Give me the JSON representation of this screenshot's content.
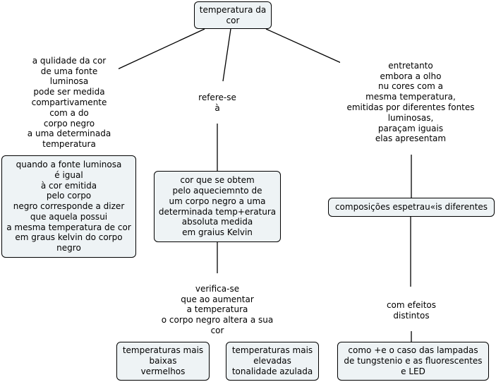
{
  "concepts": {
    "root": "temperatura da\ncor",
    "fonte": "quando a fonte luminosa\né igual\nà cor emitida\npelo corpo\nnegro corresponde a dizer\nque aquela possui\na mesma temperatura de cor\nem graus kelvin do corpo\nnegro",
    "cor_obtem": "cor que se obtem\npelo aqueciemnto de\num corpo negro a uma\ndeterminada temp+eratura\nabsoluta medida\nem graius Kelvin",
    "composicoes": "composições espetrau«is diferentes",
    "baixas": "temperaturas mais\nbaixas\nvermelhos",
    "elevadas": "temperaturas mais\nelevadas\ntonalidade azulada",
    "lampadas": "como +e o caso das lampadas\nde tungstenio e as fluorescentes\ne LED"
  },
  "linking_phrases": {
    "qualidade": "a qulidade da cor\nde uma fonte\nluminosa\npode ser medida\ncompartivamente\ncom a do\ncorpo negro\na uma determinada\ntemperatura",
    "refere": "refere-se\nà",
    "entretanto": "entretanto\nembora a olho\nnu cores com a\nmesma temperatura,\nemitidas por diferentes fontes\nluminosas,\nparaçam iguais\nelas apresentam",
    "verifica": "verifica-se\nque ao aumentar\na temperatura\no corpo negro altera a sua\ncor",
    "efeitos": "com efeitos\ndistintos"
  },
  "colors": {
    "node_fill": "#eef3f5",
    "node_border": "#000000",
    "line": "#000000",
    "background": "#ffffff"
  }
}
